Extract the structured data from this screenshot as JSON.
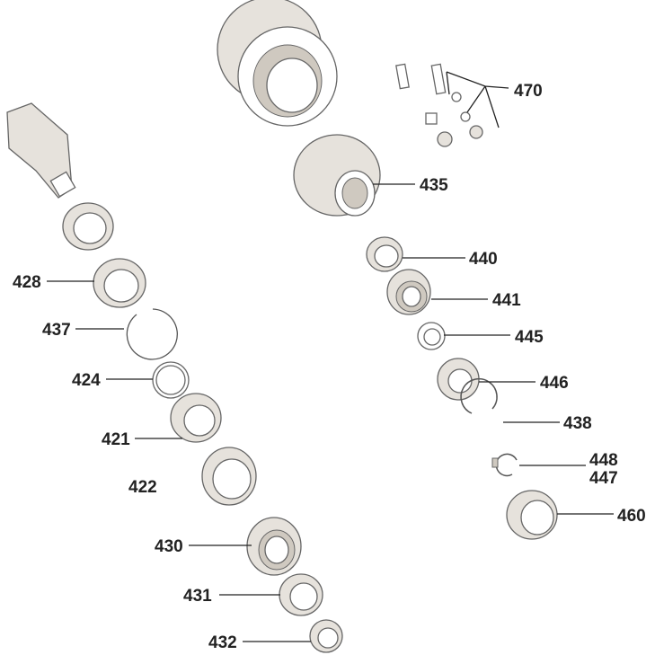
{
  "labels": {
    "l470": "470",
    "l435": "435",
    "l440": "440",
    "l441": "441",
    "l445": "445",
    "l446": "446",
    "l438": "438",
    "l448": "448",
    "l447": "447",
    "l460": "460",
    "l428": "428",
    "l437": "437",
    "l424": "424",
    "l421": "421",
    "l422": "422",
    "l430": "430",
    "l431": "431",
    "l432": "432"
  },
  "colors": {
    "line": "#222222",
    "part_stroke": "#666666",
    "part_fill": "#e6e2dc"
  }
}
